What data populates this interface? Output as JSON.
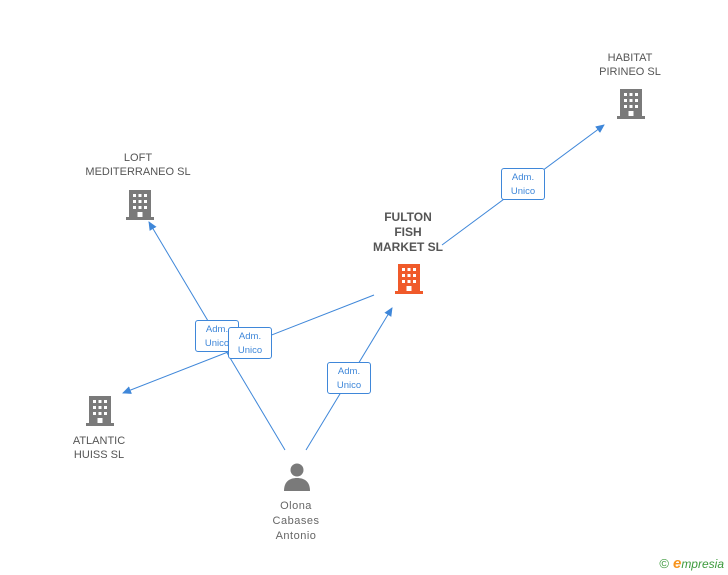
{
  "nodes": {
    "habitat": {
      "label": "HABITAT\nPIRINEO SL"
    },
    "loft": {
      "label": "LOFT\nMEDITERRANEO SL"
    },
    "fulton": {
      "label": "FULTON\nFISH\nMARKET SL"
    },
    "atlantic": {
      "label": "ATLANTIC\nHUISS SL"
    },
    "person": {
      "label": "Olona\nCabases\nAntonio"
    }
  },
  "edge_labels": {
    "fulton_habitat": "Adm.\nUnico",
    "person_loft": "Adm.\nUnico",
    "fulton_atlantic": "Adm.\nUnico",
    "person_fulton": "Adm.\nUnico"
  },
  "colors": {
    "edge": "#3f87d9",
    "company_icon": "#7a7a7a",
    "focus_icon": "#f05a2a",
    "person_icon": "#7a7a7a"
  },
  "branding": {
    "copyright": "©",
    "logo_initial": "e",
    "logo_rest": "mpresia"
  }
}
